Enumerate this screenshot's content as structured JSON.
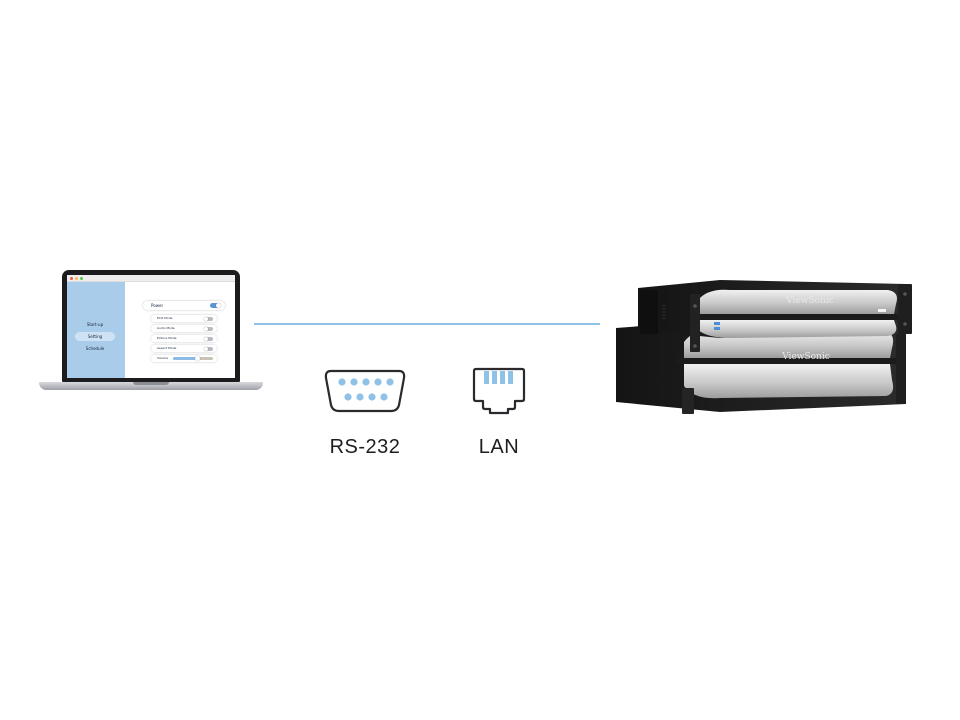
{
  "laptop": {
    "sidebar_items": [
      {
        "label": "Start-up",
        "active": false
      },
      {
        "label": "Setting",
        "active": true
      },
      {
        "label": "Schedule",
        "active": false
      }
    ],
    "power": {
      "label": "Power",
      "on": true
    },
    "settings": [
      {
        "label": "ECO Mode",
        "on": false
      },
      {
        "label": "Audio Mode",
        "on": false
      },
      {
        "label": "Picture Mode",
        "on": false
      },
      {
        "label": "Aspect Mode",
        "on": false
      }
    ],
    "volume": {
      "label": "Volume",
      "level": 0.6
    }
  },
  "connections": {
    "rs232_label": "RS-232",
    "lan_label": "LAN",
    "line_color": "#8fc2e6",
    "icon_accent_color": "#8fc2e6"
  },
  "server": {
    "brand_top": "ViewSonic",
    "brand_bottom": "ViewSonic"
  }
}
